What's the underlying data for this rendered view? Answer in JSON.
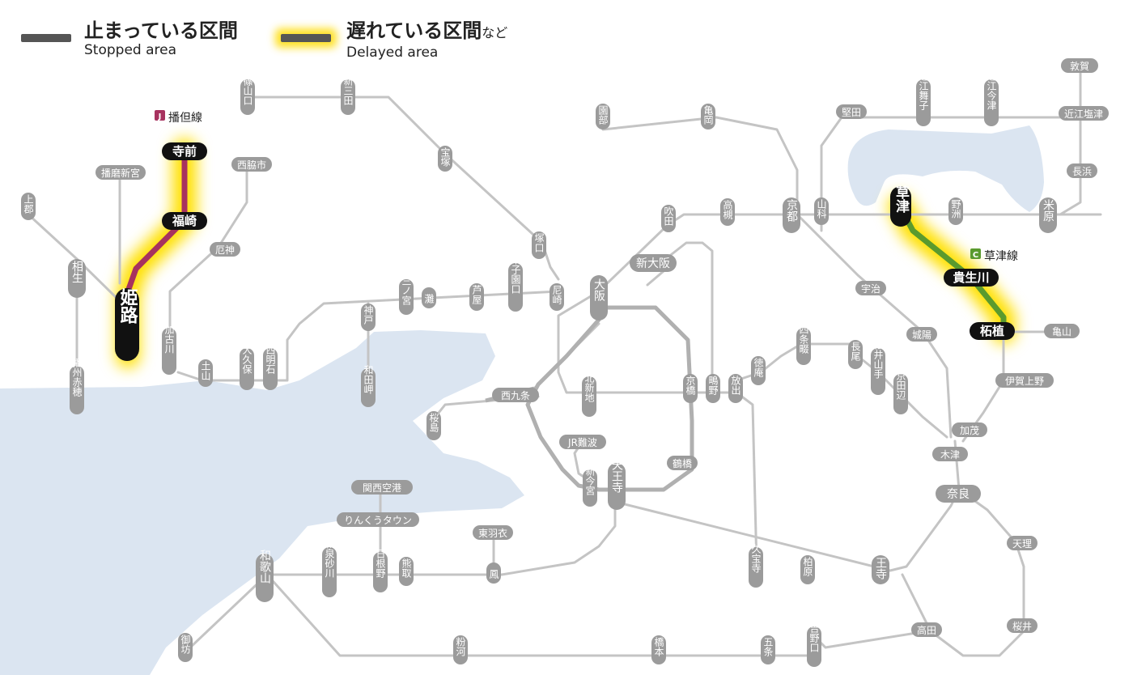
{
  "legend": {
    "stopped_jp": "止まっている区間",
    "stopped_en": "Stopped area",
    "delayed_jp": "遅れている区間",
    "delayed_suffix": "など",
    "delayed_en": "Delayed area"
  },
  "colors": {
    "sea": "#dbe5f1",
    "track": "#c4c4c4",
    "bantan_line": "#a7325f",
    "kusatsu_line": "#5a9a2e",
    "delay_glow": "#ffe000",
    "label_bg": "#9b9b9b",
    "highlight_label_bg": "#111111"
  },
  "line_tags": {
    "bantan": {
      "letter": "J",
      "name": "播但線"
    },
    "kusatsu": {
      "letter": "C",
      "name": "草津線"
    }
  },
  "highlight_stations": {
    "teramae": "寺前",
    "fukusaki": "福崎",
    "himeji": "姫路",
    "kusatsu": "草津",
    "kibukawa": "貴生川",
    "tsuge": "柘植"
  },
  "stations": {
    "sasayamaguchi": "篠山口",
    "shinsanda": "新三田",
    "takarazuka": "宝塚",
    "sonobe": "園部",
    "kameoka": "亀岡",
    "katata": "堅田",
    "omimaiko": "近江舞子",
    "omiimazu": "近江今津",
    "tsuruga": "敦賀",
    "omishiotsu": "近江塩津",
    "nagahama": "長浜",
    "maibara": "米原",
    "yasu": "野洲",
    "yamashina": "山科",
    "kyoto": "京都",
    "takatsuki": "高槻",
    "suita": "吹田",
    "shinosaka": "新大阪",
    "osaka": "大阪",
    "tsukaguchi": "塚口",
    "amagasaki": "尼崎",
    "koshienguchi": "甲子園口",
    "ashiya": "芦屋",
    "nada": "灘",
    "sannomiya": "三ノ宮",
    "kobe": "神戸",
    "wadamisaki": "和田岬",
    "nishiakashi": "西明石",
    "okubo": "大久保",
    "doyama": "土山",
    "kakogawa": "加古川",
    "yakujin": "厄神",
    "nishiwakishi": "西脇市",
    "harimashinguu": "播磨新宮",
    "kamigori": "上郡",
    "aioi": "相生",
    "banshuako": "播州赤穂",
    "nishikujo": "西九条",
    "sakurajima": "桜島",
    "kitashinchi": "北新地",
    "kyobashi": "京橋",
    "tsurumi": "鶴橋",
    "jrnanba": "JR難波",
    "shinimamiya": "新今宮",
    "tennoji": "天王寺",
    "kansaikuko": "関西空港",
    "rinkutown": "りんくうタウン",
    "higashihagoromo": "東羽衣",
    "otori": "鳳",
    "kumatori": "熊取",
    "hineno": "日根野",
    "izumisunagawa": "和泉砂川",
    "wakayama": "和歌山",
    "gobo": "御坊",
    "kokawa": "粉河",
    "hashimoto": "橋本",
    "gojo": "五条",
    "yoshinoguchi": "吉野口",
    "takada": "高田",
    "oji": "王寺",
    "kashiwara": "柏原",
    "kyuhoji": "久宝寺",
    "hanaten": "放出",
    "shigino": "鴫野",
    "tokuan": "徳庵",
    "shijonawate": "四条畷",
    "nagao": "長尾",
    "matsuiyamate": "松井山手",
    "kyotanabe": "京田辺",
    "kizu": "木津",
    "nara": "奈良",
    "tenri": "天理",
    "sakurai": "桜井",
    "uji": "宇治",
    "jyoyo": "城陽",
    "kamo": "加茂",
    "igaueno": "伊賀上野",
    "kameyama": "亀山"
  }
}
